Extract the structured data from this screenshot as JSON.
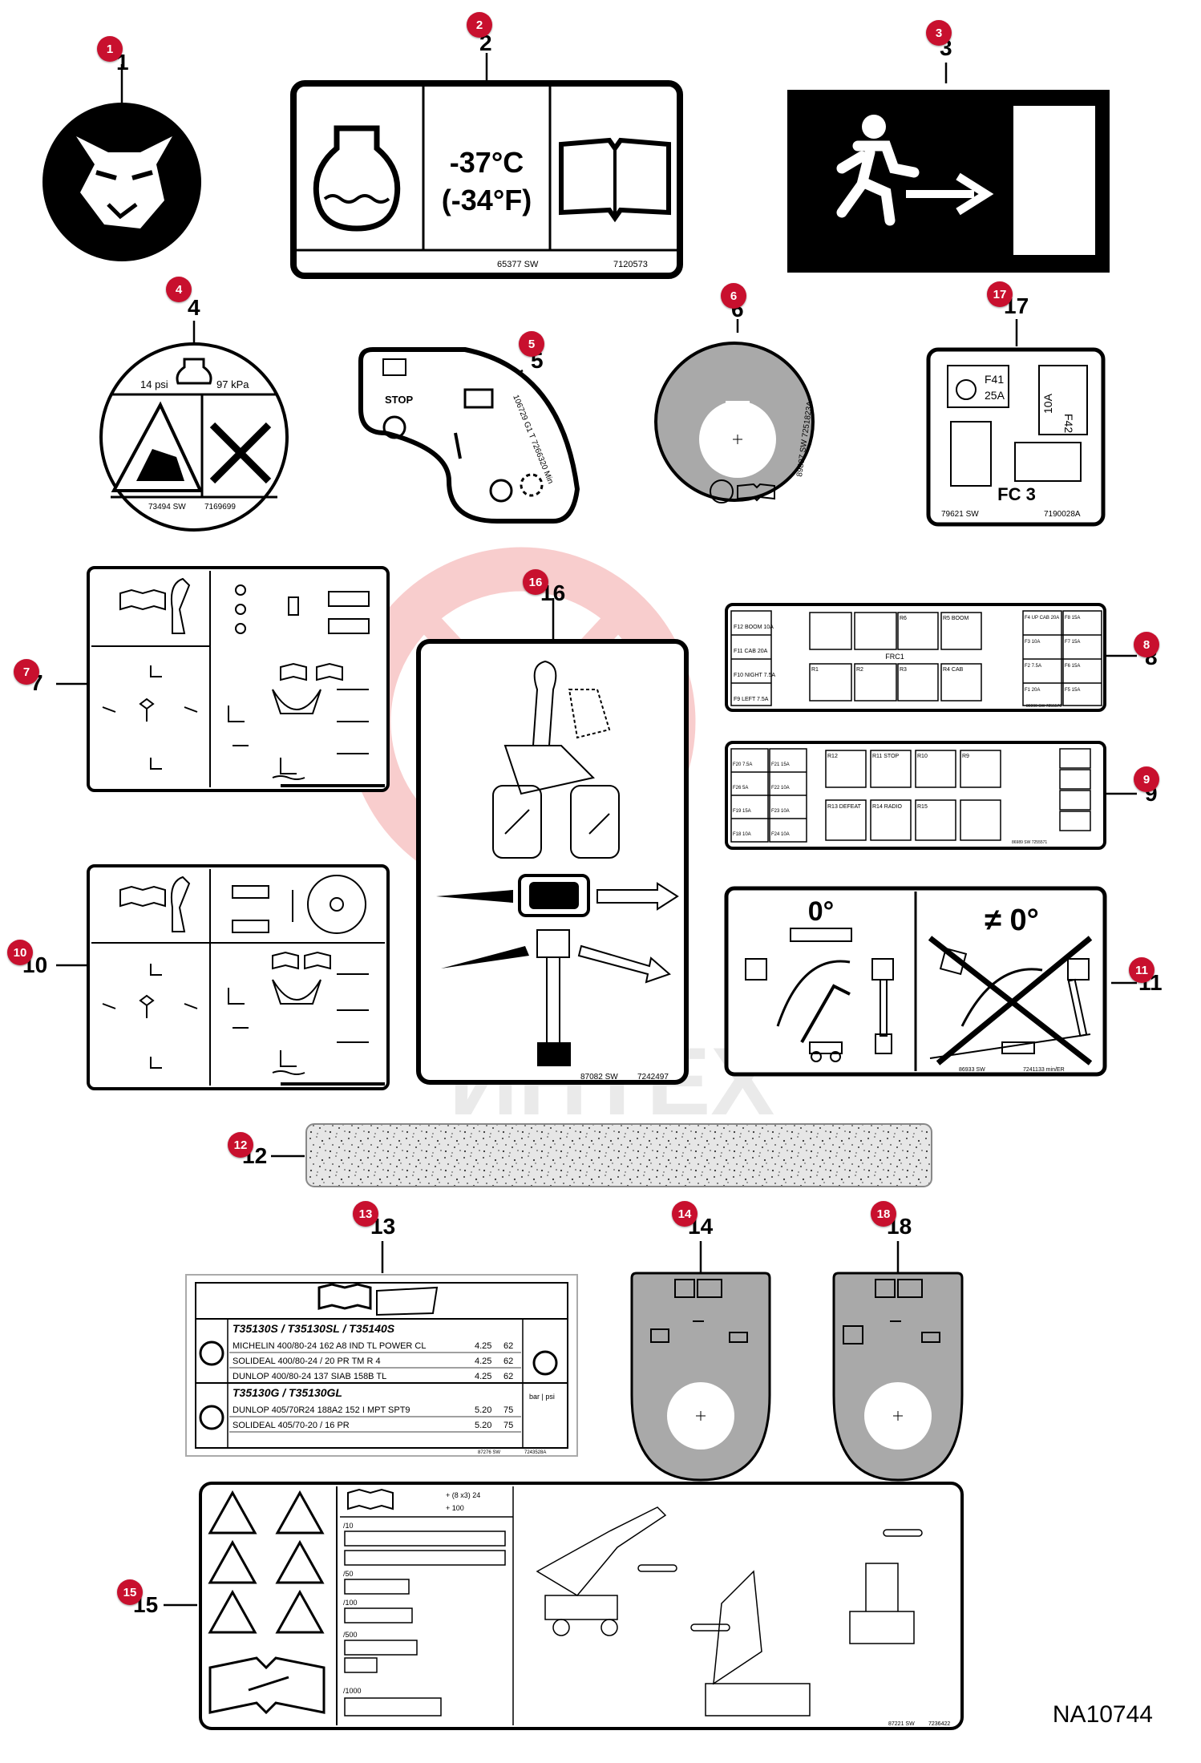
{
  "drawing_code": "NA10744",
  "callouts": [
    "1",
    "2",
    "3",
    "4",
    "5",
    "6",
    "7",
    "8",
    "9",
    "10",
    "11",
    "12",
    "13",
    "14",
    "15",
    "16",
    "17",
    "18"
  ],
  "watermark": "ИНТЕХ",
  "decal2": {
    "temp_c": "-37°C",
    "temp_f": "(-34°F)",
    "part_a": "65377 SW",
    "part_b": "7120573"
  },
  "decal4": {
    "psi": "14 psi",
    "kpa": "97 kPa",
    "part_a": "73494 SW",
    "part_b": "7169699"
  },
  "decal5": {
    "stop": "STOP",
    "num": "106729 G1 T 7266320 Min"
  },
  "decal6": {
    "num": "89897 SW 7251823A"
  },
  "decal17": {
    "f41": "F41",
    "f41a": "25A",
    "f42": "F42",
    "f42a": "10A",
    "title": "FC 3",
    "part_a": "79621 SW",
    "part_b": "7190028A"
  },
  "decal8": {
    "fuses_left": [
      "F12 BOOM 10A",
      "F11 CAB 20A",
      "F10 NIGHT 7.5A",
      "F9 LEFT 7.5A"
    ],
    "frc": "FRC1",
    "relays_top": [
      "R6",
      "R5 BOOM"
    ],
    "relays_bottom": [
      "R1",
      "R2",
      "R3",
      "R4 CAB"
    ],
    "fuses_right": [
      "F4 UP CAB 20A",
      "F8 15A",
      "F3 10A",
      "F7 15A",
      "F2 7.5A",
      "F6 15A",
      "F1 20A",
      "F5 15A"
    ],
    "part": "86990 SW 7255570"
  },
  "decal9": {
    "fuses": [
      "F20 7.5A",
      "F21 15A",
      "F26 5A",
      "F22 10A",
      "F19 15A",
      "F23 10A",
      "F18 10A",
      "F24 10A"
    ],
    "relays": [
      "R12",
      "R11 STOP",
      "R10",
      "R9",
      "R13 DEFEAT",
      "R14 RADIO",
      "R15"
    ],
    "part": "86989 SW 7255571"
  },
  "decal11": {
    "left": "0°",
    "right": "≠ 0°",
    "part_a": "86933 SW",
    "part_b": "7241133 min/ER"
  },
  "decal16": {
    "part_a": "87082 SW",
    "part_b": "7242497"
  },
  "decal13": {
    "group1_title": "T35130S / T35130SL / T35140S",
    "group1_rows": [
      {
        "tyre": "MICHELIN 400/80-24  162 A8 IND TL POWER CL",
        "bar": "4.25",
        "psi": "62"
      },
      {
        "tyre": "SOLIDEAL 400/80-24  / 20 PR TM R 4",
        "bar": "4.25",
        "psi": "62"
      },
      {
        "tyre": "DUNLOP  400/80-24 137 SIAB 158B TL",
        "bar": "4.25",
        "psi": "62"
      }
    ],
    "group2_title": "T35130G / T35130GL",
    "group2_rows": [
      {
        "tyre": "DUNLOP  405/70R24 188A2 152 I MPT SPT9",
        "bar": "5.20",
        "psi": "75"
      },
      {
        "tyre": "SOLIDEAL 405/70-20  / 16 PR",
        "bar": "5.20",
        "psi": "75"
      }
    ],
    "unit": "bar | psi",
    "part_a": "87276 SW",
    "part_b": "7243528A"
  },
  "decal15": {
    "intervals": [
      "/10",
      "/50",
      "/100",
      "/500",
      "/1000"
    ],
    "header": "+ (8 x3) 24",
    "header2": "+ 100",
    "part_a": "87221 SW",
    "part_b": "7236422"
  }
}
